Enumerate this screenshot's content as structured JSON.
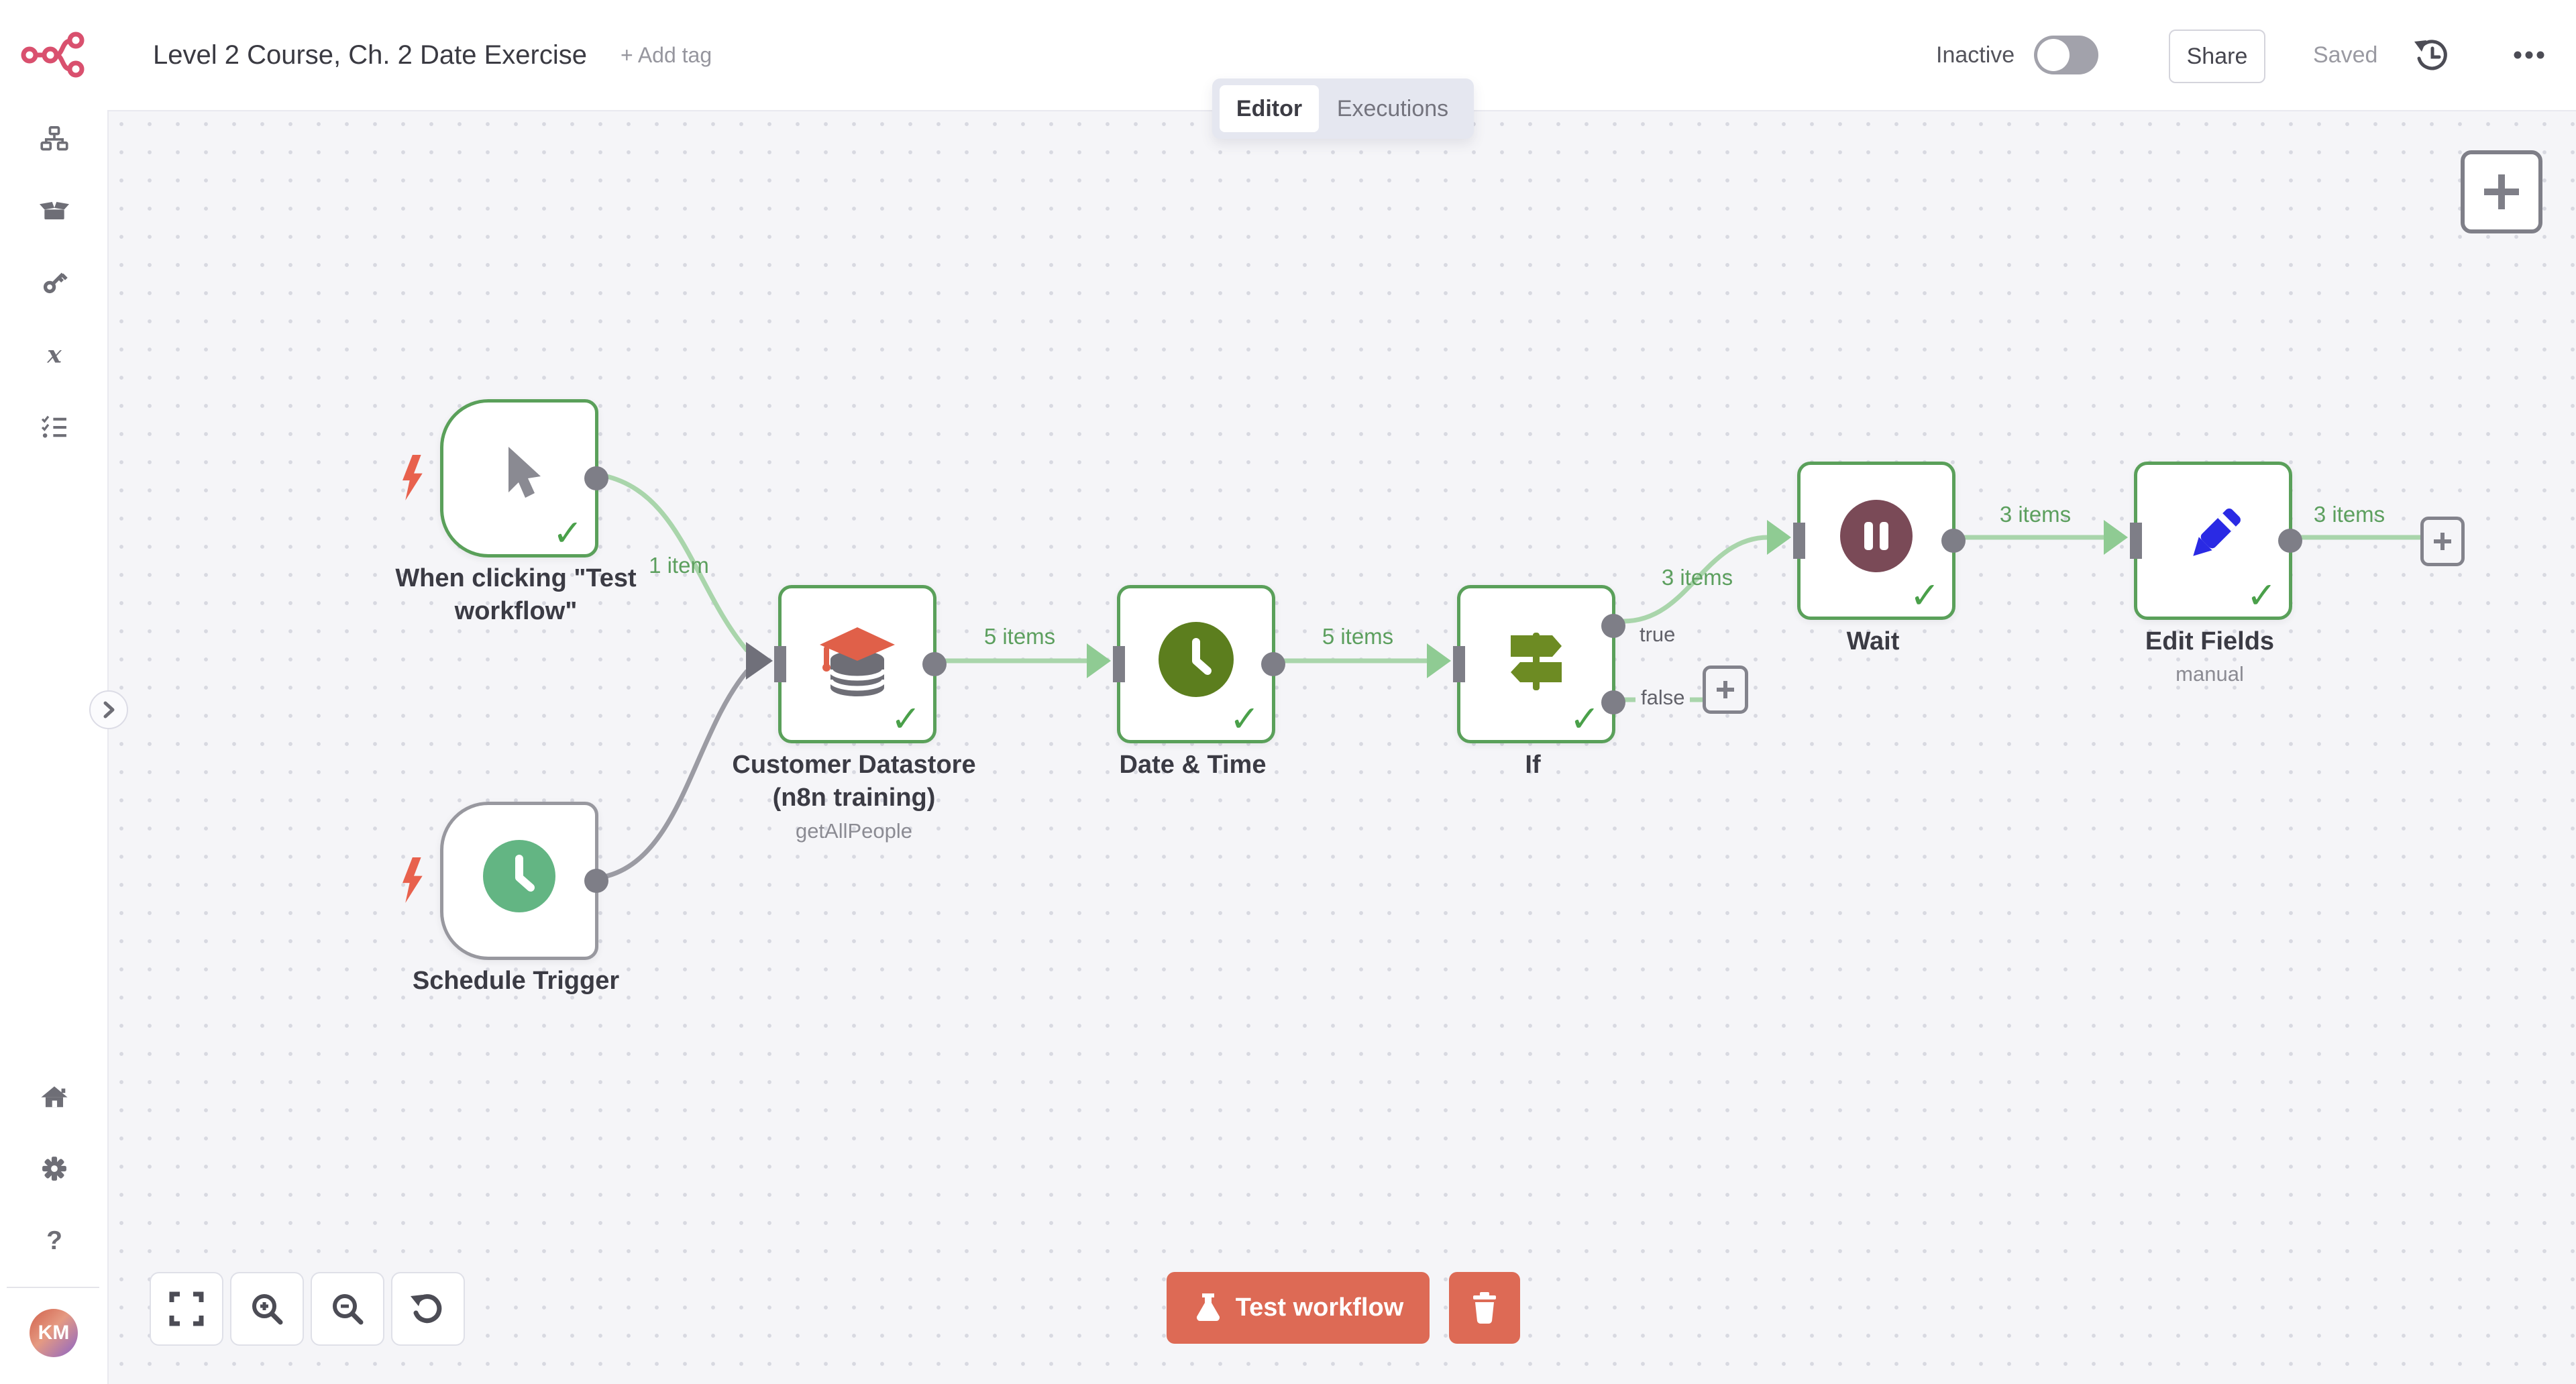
{
  "header": {
    "title": "Level 2 Course, Ch. 2 Date Exercise",
    "add_tag_label": "+ Add tag",
    "activation_status": "Inactive",
    "share_label": "Share",
    "save_status": "Saved"
  },
  "tabs": {
    "editor": "Editor",
    "executions": "Executions"
  },
  "sidebar": {
    "avatar_initials": "KM",
    "icons": [
      "n8n-logo",
      "workflows",
      "templates",
      "credentials",
      "variables",
      "executions",
      "home",
      "settings",
      "help"
    ]
  },
  "icons": {
    "success_check": "✓"
  },
  "canvas": {
    "nodes": [
      {
        "name": "When clicking \"Test workflow\"",
        "type": "manual-trigger"
      },
      {
        "name": "Schedule Trigger",
        "type": "schedule-trigger"
      },
      {
        "name": "Customer Datastore (n8n training)",
        "subtitle": "getAllPeople",
        "type": "customer-datastore"
      },
      {
        "name": "Date & Time",
        "type": "date-time"
      },
      {
        "name": "If",
        "type": "if"
      },
      {
        "name": "Wait",
        "type": "wait"
      },
      {
        "name": "Edit Fields",
        "subtitle": "manual",
        "type": "set"
      }
    ],
    "edge_labels": {
      "manual_to_datastore": "1 item",
      "datastore_to_datetime": "5 items",
      "datetime_to_if": "5 items",
      "if_true_to_wait": "3 items",
      "if_true_branch": "true",
      "if_false_branch": "false",
      "wait_to_editfields": "3 items",
      "editfields_out": "3 items"
    },
    "test_workflow_label": "Test workflow"
  },
  "colors": {
    "accent_orange": "#DD6A55",
    "brand_pink": "#D9506E",
    "node_success_border": "#5AA05A",
    "edge_green": "#A9D5AB",
    "label_green": "#5C9F5E",
    "olive": "#6D8B23",
    "schedule_green": "#63B583",
    "maroon": "#7A4A57",
    "pencil_blue": "#2A2AE4",
    "connector_grey": "#7E7E87"
  }
}
